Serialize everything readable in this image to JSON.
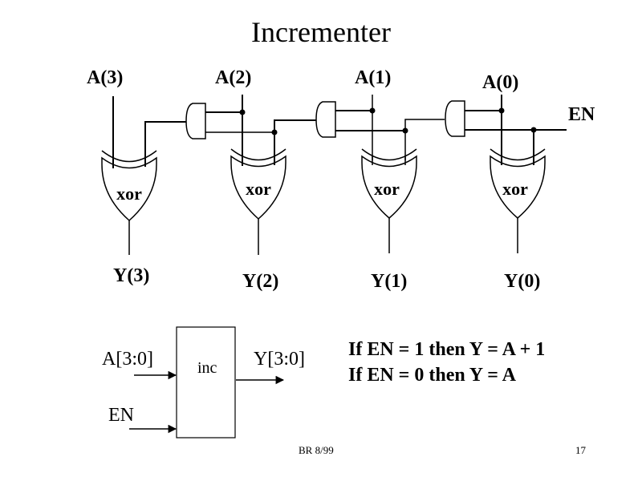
{
  "slide": {
    "title": "Incrementer",
    "inputs": [
      "A(3)",
      "A(2)",
      "A(1)",
      "A(0)"
    ],
    "enable_label": "EN",
    "gates": {
      "xor_label": "xor",
      "xor_count": 4,
      "and_count": 3
    },
    "outputs": [
      "Y(3)",
      "Y(2)",
      "Y(1)",
      "Y(0)"
    ],
    "block": {
      "name": "inc",
      "input_a": "A[3:0]",
      "input_en": "EN",
      "output_y": "Y[3:0]"
    },
    "rules": [
      "If EN = 1 then Y = A + 1",
      "If EN = 0 then Y = A"
    ],
    "footer": {
      "author_date": "BR 8/99",
      "page_number": "17"
    }
  }
}
